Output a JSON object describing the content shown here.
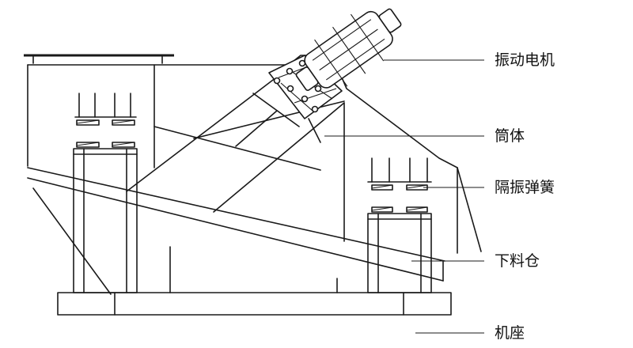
{
  "labels": {
    "motor": "振动电机",
    "body": "筒体",
    "spring": "隔振弹簧",
    "hopper": "下料仓",
    "base": "机座"
  }
}
